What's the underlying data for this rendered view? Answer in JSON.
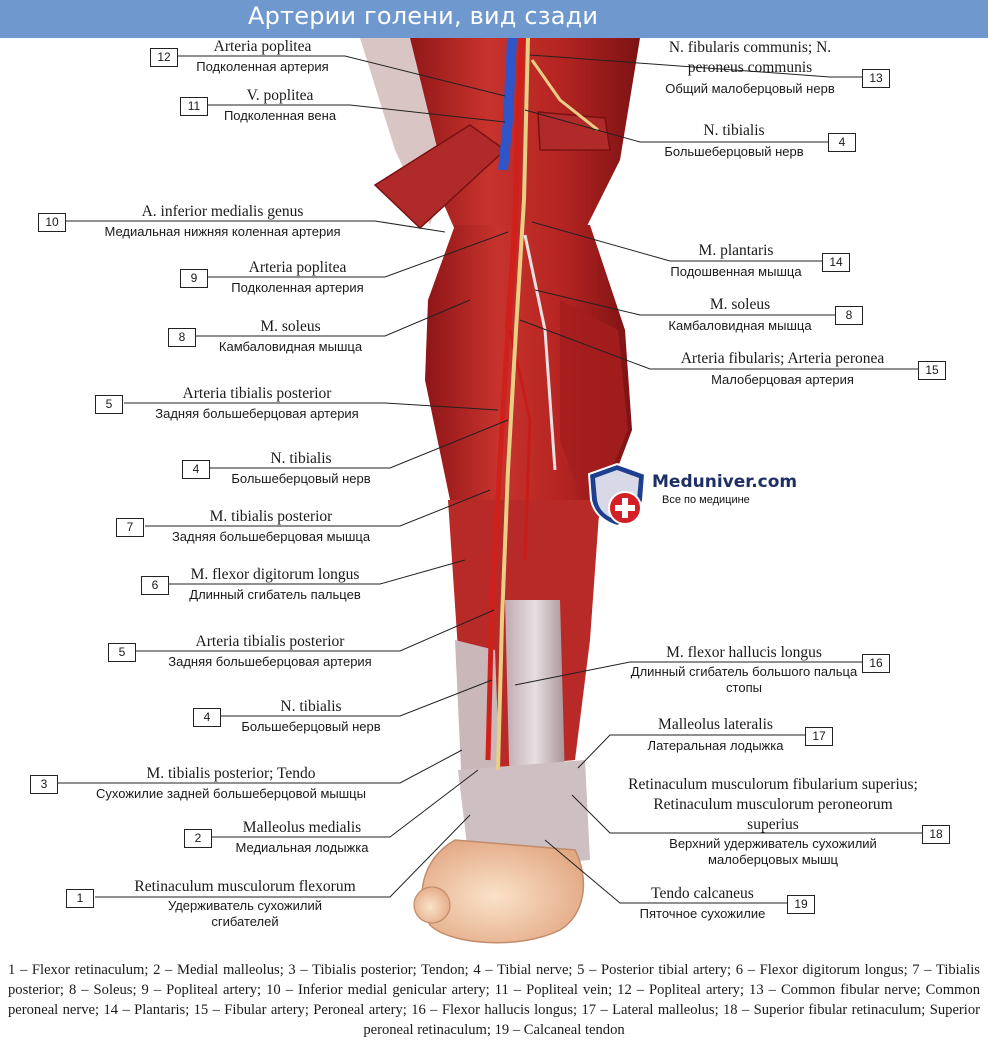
{
  "title": "Артерии голени, вид сзади",
  "logo": {
    "name": "Meduniver.com",
    "tagline": "Все по медицине",
    "icon": "shield-cross-icon"
  },
  "labels": [
    {
      "num": "12",
      "lat": "Arteria poplitea",
      "ru": "Подколенная артерия"
    },
    {
      "num": "11",
      "lat": "V. poplitea",
      "ru": "Подколенная вена"
    },
    {
      "num": "10",
      "lat": "A. inferior medialis genus",
      "ru": "Медиальная нижняя коленная артерия"
    },
    {
      "num": "9",
      "lat": "Arteria poplitea",
      "ru": "Подколенная артерия"
    },
    {
      "num": "8",
      "lat": "M. soleus",
      "ru": "Камбаловидная мышца"
    },
    {
      "num": "5",
      "lat": "Arteria tibialis posterior",
      "ru": "Задняя большеберцовая артерия"
    },
    {
      "num": "4",
      "lat": "N. tibialis",
      "ru": "Большеберцовый нерв"
    },
    {
      "num": "7",
      "lat": "M. tibialis posterior",
      "ru": "Задняя большеберцовая мышца"
    },
    {
      "num": "6",
      "lat": "M. flexor digitorum longus",
      "ru": "Длинный сгибатель пальцев"
    },
    {
      "num": "5",
      "lat": "Arteria tibialis posterior",
      "ru": "Задняя большеберцовая артерия"
    },
    {
      "num": "4",
      "lat": "N. tibialis",
      "ru": "Большеберцовый нерв"
    },
    {
      "num": "3",
      "lat": "M. tibialis posterior; Tendo",
      "ru": "Сухожилие задней большеберцовой мышцы"
    },
    {
      "num": "2",
      "lat": "Malleolus medialis",
      "ru": "Медиальная лодыжка"
    },
    {
      "num": "1",
      "lat": "Retinaculum musculorum flexorum",
      "ru": "Удерживатель сухожилий сгибателей"
    },
    {
      "num": "13",
      "lat": "N. fibularis communis; N. peroneus communis",
      "ru": "Общий малоберцовый нерв"
    },
    {
      "num": "4",
      "lat": "N. tibialis",
      "ru": "Большеберцовый нерв"
    },
    {
      "num": "14",
      "lat": "M. plantaris",
      "ru": "Подошвенная мышца"
    },
    {
      "num": "8",
      "lat": "M. soleus",
      "ru": "Камбаловидная мышца"
    },
    {
      "num": "15",
      "lat": "Arteria fibularis; Arteria peronea",
      "ru": "Малоберцовая артерия"
    },
    {
      "num": "16",
      "lat": "M. flexor hallucis longus",
      "ru": "Длинный сгибатель большого пальца стопы"
    },
    {
      "num": "17",
      "lat": "Malleolus lateralis",
      "ru": "Латеральная лодыжка"
    },
    {
      "num": "18",
      "lat": "Retinaculum musculorum fibularium superius; Retinaculum musculorum peroneorum superius",
      "ru": "Верхний удерживатель сухожилий малоберцовых мышц"
    },
    {
      "num": "19",
      "lat": "Tendo calcaneus",
      "ru": "Пяточное сухожилие"
    }
  ],
  "caption": "1 – Flexor retinaculum; 2 – Medial malleolus; 3 – Tibialis posterior; Tendon; 4 – Tibial nerve; 5 – Posterior tibial artery; 6 – Flexor digitorum longus; 7 – Tibialis posterior; 8 – Soleus; 9 – Popliteal artery; 10 – Inferior medial genicular artery; 11 – Popliteal vein; 12 – Popliteal artery; 13 – Common fibular nerve; Common peroneal nerve; 14 – Plantaris; 15 – Fibular artery; Peroneal artery; 16 – Flexor hallucis longus; 17 – Lateral malleolus; 18 – Superior fibular retinaculum; Superior peroneal retinaculum; 19 – Calcaneal tendon",
  "colors": {
    "banner": "#6f98cf",
    "muscle": "#b8282a",
    "artery": "#d0201c",
    "vein": "#2f55c8",
    "nerve": "#e8cf86",
    "tendon": "#d9cfd2",
    "skin": "#f1cfae"
  }
}
